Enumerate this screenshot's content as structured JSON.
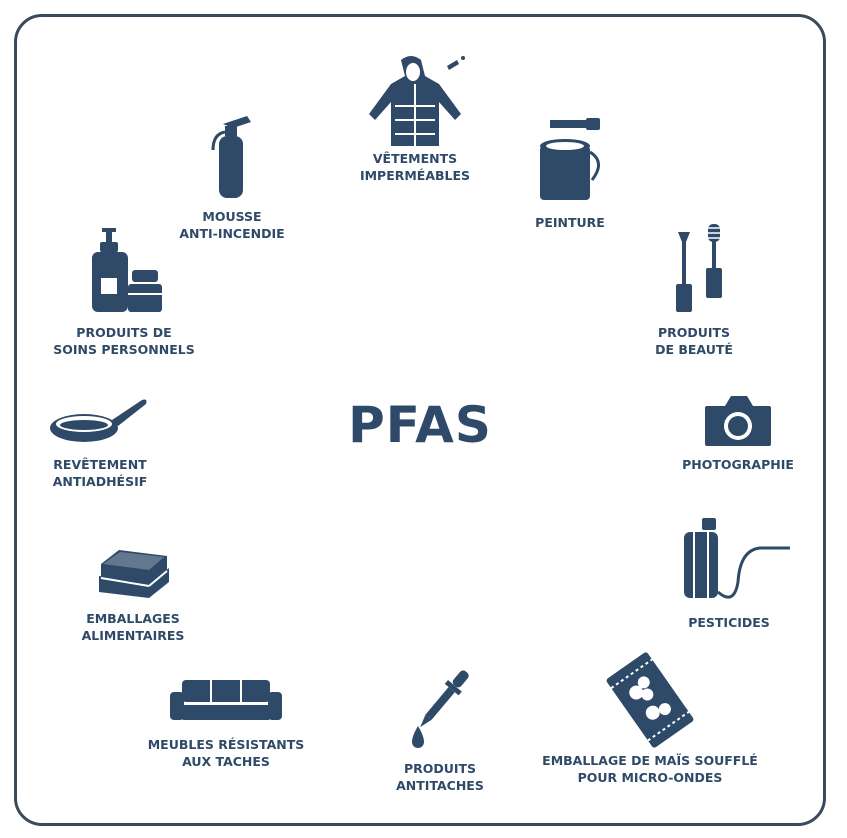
{
  "title": "PFAS",
  "items": [
    {
      "id": "vetements",
      "icon": "raincoat-icon",
      "lines": [
        "VÊTEMENTS",
        "IMPERMÉABLES"
      ]
    },
    {
      "id": "peinture",
      "icon": "paint-can-icon",
      "lines": [
        "PEINTURE"
      ]
    },
    {
      "id": "beaute",
      "icon": "mascara-icon",
      "lines": [
        "PRODUITS",
        "DE BEAUTÉ"
      ]
    },
    {
      "id": "photographie",
      "icon": "camera-icon",
      "lines": [
        "PHOTOGRAPHIE"
      ]
    },
    {
      "id": "pesticides",
      "icon": "sprayer-icon",
      "lines": [
        "PESTICIDES"
      ]
    },
    {
      "id": "popcorn",
      "icon": "popcorn-bag-icon",
      "lines": [
        "EMBALLAGE DE MAÏS SOUFFLÉ",
        "POUR MICRO-ONDES"
      ]
    },
    {
      "id": "antitaches",
      "icon": "dropper-icon",
      "lines": [
        "PRODUITS",
        "ANTITACHES"
      ]
    },
    {
      "id": "meubles",
      "icon": "sofa-icon",
      "lines": [
        "MEUBLES RÉSISTANTS",
        "AUX TACHES"
      ]
    },
    {
      "id": "emballages",
      "icon": "food-container-icon",
      "lines": [
        "EMBALLAGES",
        "ALIMENTAIRES"
      ]
    },
    {
      "id": "revetement",
      "icon": "frying-pan-icon",
      "lines": [
        "REVÊTEMENT",
        "ANTIADHÉSIF"
      ]
    },
    {
      "id": "soins",
      "icon": "lotion-bottle-icon",
      "lines": [
        "PRODUITS DE",
        "SOINS PERSONNELS"
      ]
    },
    {
      "id": "mousse",
      "icon": "fire-extinguisher-icon",
      "lines": [
        "MOUSSE",
        "ANTI-INCENDIE"
      ]
    }
  ]
}
